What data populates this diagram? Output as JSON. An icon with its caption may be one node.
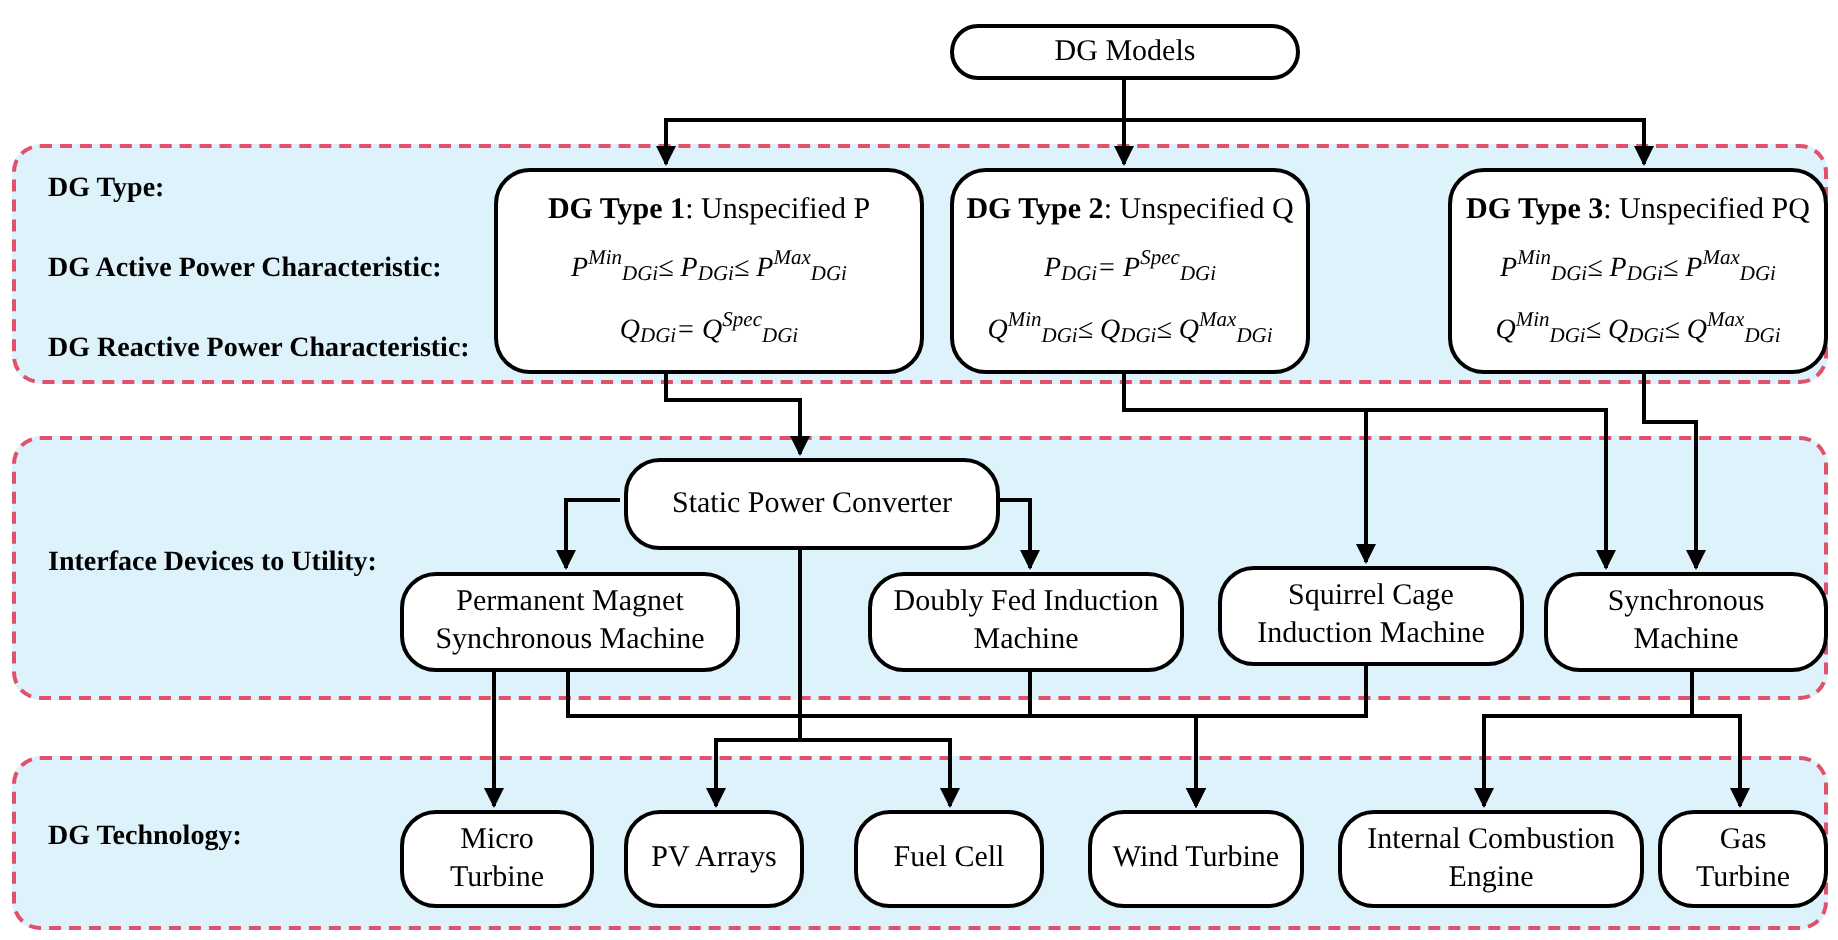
{
  "diagram": {
    "nodes": [
      {
        "text": [
          "DG Models"
        ]
      },
      {
        "text": [
          "DG Type:",
          "DG Active Power Characteristic:",
          "DG Reactive Power Characteristic:"
        ]
      },
      {
        "text": [
          "**DG Type 1**: Unspecified P",
          "P$^{Min}$$_{DGi}$≤ P$_{DGi}$≤ P$^{Max}$$_{DGi}$",
          "Q$_{DGi}$= Q$^{Spec}$$_{DGi}$"
        ],
        "in": 1
      },
      {
        "text": [
          "**DG Type 2**: Unspecified Q",
          "P$_{DGi}$= P$^{Spec}$$_{DGi}$",
          "Q$^{Min}$$_{DGi}$≤ Q$_{DGi}$≤ Q$^{Max}$$_{DGi}$"
        ],
        "in": 1
      },
      {
        "text": [
          "**DG Type 3**: Unspecified PQ",
          "P$^{Min}$$_{DGi}$≤ P$_{DGi}$≤ P$^{Max}$$_{DGi}$",
          "Q$^{Min}$$_{DGi}$≤ Q$_{DGi}$≤ Q$^{Max}$$_{DGi}$"
        ],
        "in": 1
      },
      {
        "text": [
          "Interface Devices to Utility:"
        ]
      },
      {
        "text": [
          "Static Power Converter"
        ],
        "in": 5
      },
      {
        "text": [
          "Permanent Magnet Synchronous Machine"
        ],
        "in": 5
      },
      {
        "text": [
          "Doubly Fed Induction Machine"
        ],
        "in": 5
      },
      {
        "text": [
          "Squirrel Cage Induction Machine"
        ],
        "in": 5
      },
      {
        "text": [
          "Synchronous Machine"
        ],
        "in": 5
      },
      {
        "text": [
          "DG Technology:"
        ]
      },
      {
        "text": [
          "Micro Turbine"
        ],
        "in": 11
      },
      {
        "text": [
          "PV Arrays"
        ],
        "in": 11
      },
      {
        "text": [
          "Fuel Cell"
        ],
        "in": 11
      },
      {
        "text": [
          "Wind Turbine"
        ],
        "in": 11
      },
      {
        "text": [
          "Internal Combustion Engine"
        ],
        "in": 11
      },
      {
        "text": [
          "Gas Turbine"
        ],
        "in": 11
      }
    ],
    "edges": [
      {
        "from": 0,
        "to": 2,
        "arrow": "to"
      },
      {
        "from": 0,
        "to": 3,
        "arrow": "to"
      },
      {
        "from": 0,
        "to": 4,
        "arrow": "to"
      },
      {
        "from": 2,
        "to": 6,
        "arrow": "to"
      },
      {
        "from": 6,
        "to": 7,
        "arrow": "to"
      },
      {
        "from": 6,
        "to": 8,
        "arrow": "to"
      },
      {
        "from": 3,
        "to": 9,
        "arrow": "to"
      },
      {
        "from": 3,
        "to": 10,
        "arrow": "to"
      },
      {
        "from": 4,
        "to": 10,
        "arrow": "to"
      },
      {
        "from": 6,
        "to": 13,
        "arrow": "to"
      },
      {
        "from": 6,
        "to": 14,
        "arrow": "to"
      },
      {
        "from": 7,
        "to": 12,
        "arrow": "to"
      },
      {
        "from": 7,
        "to": 15,
        "arrow": "to"
      },
      {
        "from": 8,
        "to": 15,
        "arrow": "to"
      },
      {
        "from": 9,
        "to": 15,
        "arrow": "to"
      },
      {
        "from": 10,
        "to": 16,
        "arrow": "to"
      },
      {
        "from": 10,
        "to": 17,
        "arrow": "to"
      }
    ]
  }
}
